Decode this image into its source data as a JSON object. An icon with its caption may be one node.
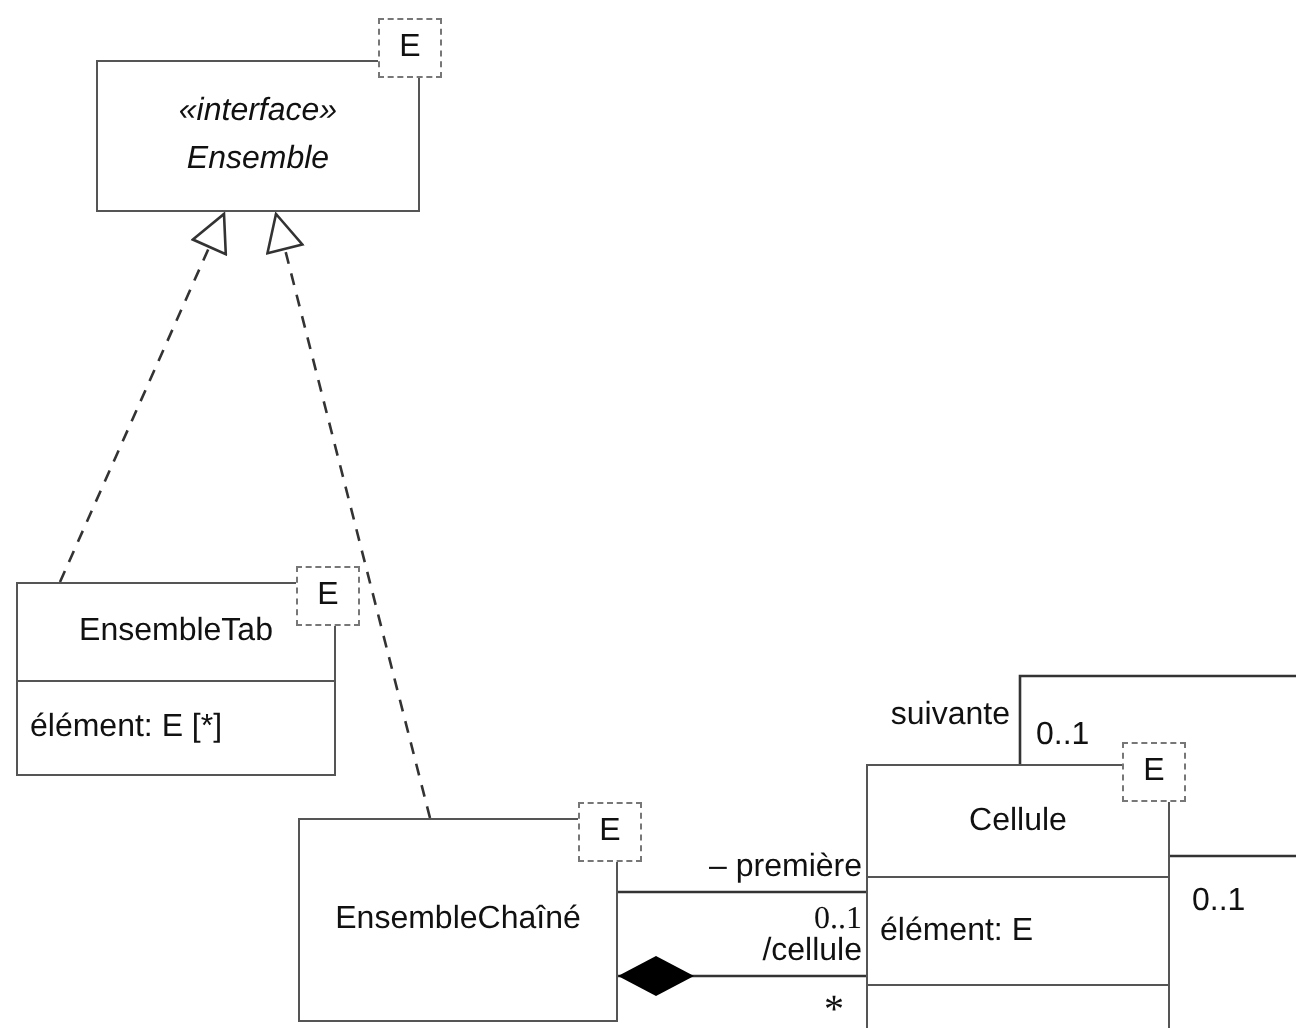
{
  "diagram": {
    "nodes": [
      {
        "text": [
          "«interface»",
          "Ensemble",
          "E"
        ]
      },
      {
        "text": [
          "EnsembleTab",
          "élément: E [*]",
          "E"
        ]
      },
      {
        "text": [
          "EnsembleChaîné",
          "E"
        ]
      },
      {
        "text": [
          "Cellule",
          "élément: E",
          "E"
        ]
      }
    ],
    "edges": [
      {
        "from": 1,
        "to": 0,
        "arrow": "to",
        "style": "dashed"
      },
      {
        "from": 2,
        "to": 0,
        "arrow": "to",
        "style": "dashed"
      },
      {
        "from": 2,
        "to": 3,
        "arrow": "none",
        "label": "– première"
      },
      {
        "from": 2,
        "to": 3,
        "arrow": "other",
        "label": "/cellule"
      },
      {
        "from": 3,
        "to": 3,
        "arrow": "none",
        "label": "suivante"
      }
    ],
    "labels": [
      "0..1",
      "*",
      "0..1",
      "0..1"
    ]
  }
}
